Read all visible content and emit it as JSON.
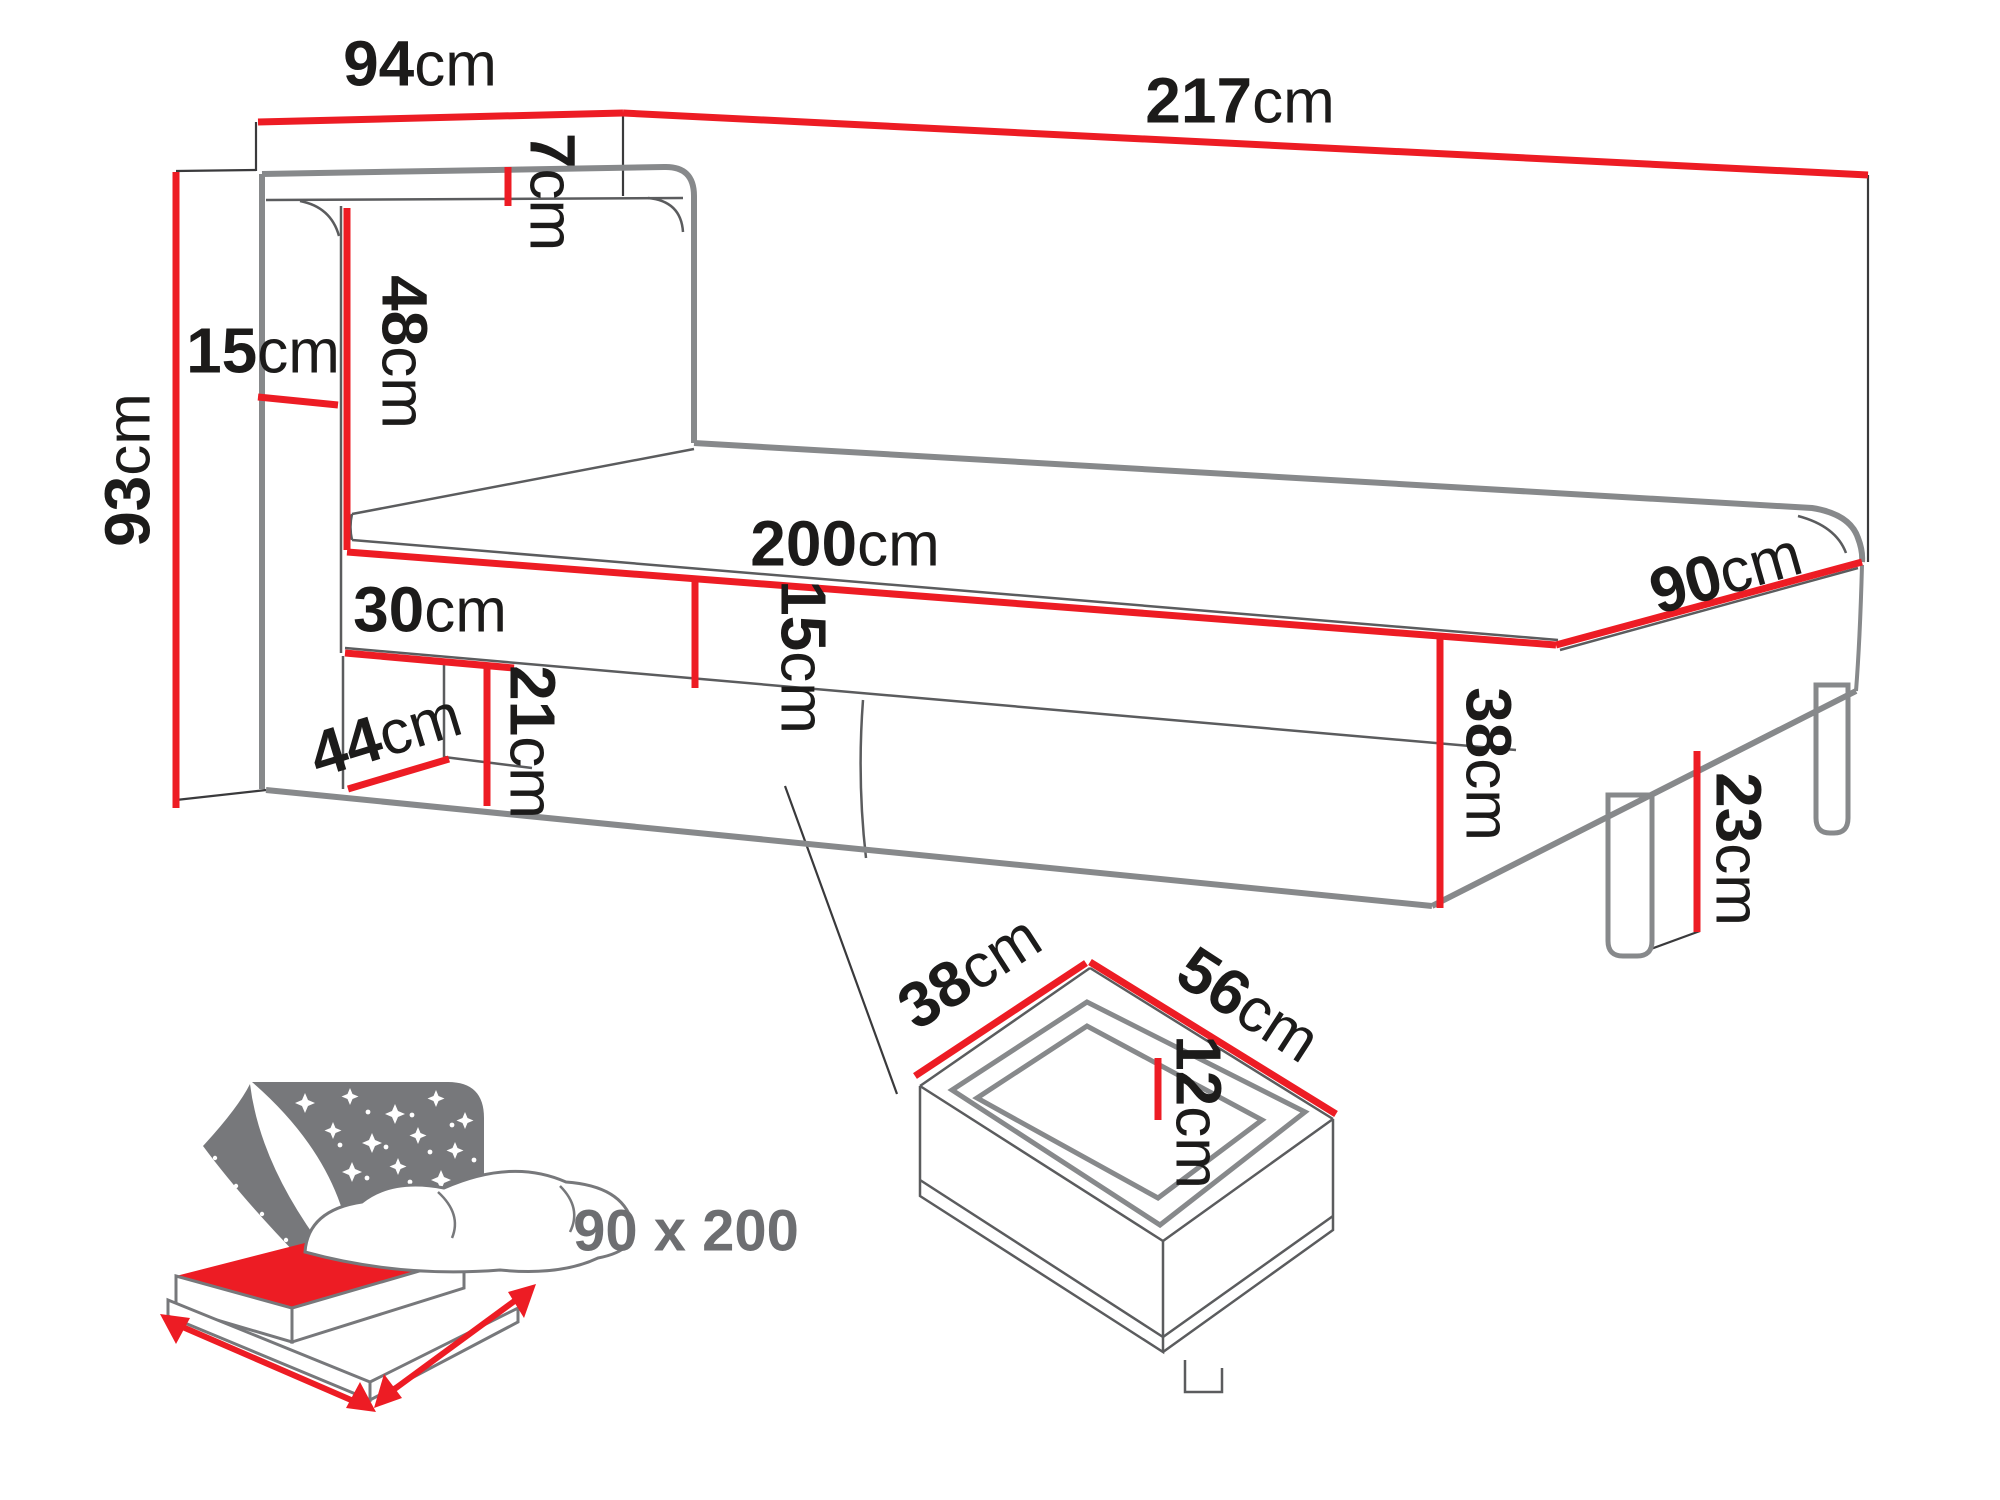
{
  "diagram": {
    "title_hint": "bed with storage drawers - dimension drawing",
    "colors": {
      "dimension_red": "#ed1c24",
      "structure_grey": "#87898b",
      "text_black": "#1c1b1a",
      "icon_grey": "#77787b",
      "size_text_grey": "#6d6e71"
    },
    "dimensions": {
      "headboard_side_depth": {
        "num": "94",
        "unit": "cm"
      },
      "total_length": {
        "num": "217",
        "unit": "cm"
      },
      "headboard_thickness": {
        "num": "7",
        "unit": "cm"
      },
      "headboard_above_mattress": {
        "num": "48",
        "unit": "cm"
      },
      "side_shelf_depth": {
        "num": "15",
        "unit": "cm"
      },
      "headboard_height": {
        "num": "93",
        "unit": "cm"
      },
      "sleeping_length": {
        "num": "200",
        "unit": "cm"
      },
      "frame_rail_height": {
        "num": "15",
        "unit": "cm"
      },
      "niche_width": {
        "num": "30",
        "unit": "cm"
      },
      "niche_height": {
        "num": "21",
        "unit": "cm"
      },
      "niche_depth": {
        "num": "44",
        "unit": "cm"
      },
      "frame_height": {
        "num": "38",
        "unit": "cm"
      },
      "sleeping_width": {
        "num": "90",
        "unit": "cm"
      },
      "leg_height": {
        "num": "23",
        "unit": "cm"
      },
      "drawer_depth": {
        "num": "38",
        "unit": "cm"
      },
      "drawer_width": {
        "num": "56",
        "unit": "cm"
      },
      "drawer_inner_height": {
        "num": "12",
        "unit": "cm"
      }
    },
    "icon": {
      "size_label": "90 x 200"
    }
  }
}
